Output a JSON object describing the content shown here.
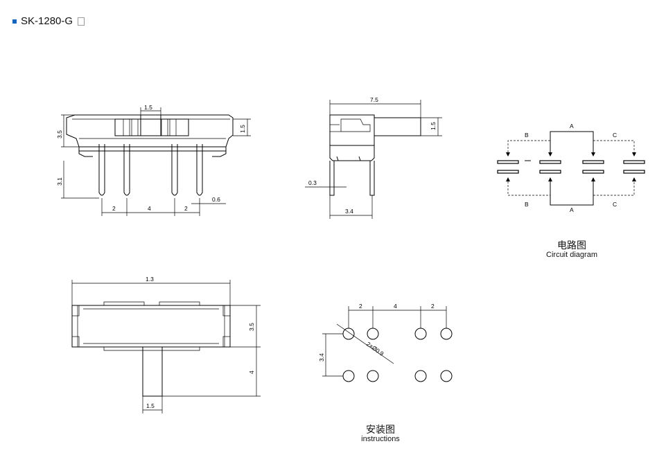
{
  "title": "SK-1280-G",
  "dims": {
    "front_top": "1.5",
    "front_left_body": "3.5",
    "front_right": "1.5",
    "front_pin_len": "3.1",
    "pitch_a": "2",
    "pitch_b": "4",
    "pitch_c": "2",
    "pin_w": "0.6",
    "side_width": "7.5",
    "side_right": "1.5",
    "side_pin": "0.3",
    "side_bottom": "3.4",
    "top_len": "1.3",
    "top_body_h": "3.5",
    "top_handle": "4",
    "top_handle_w": "1.5",
    "holes_a": "2",
    "holes_b": "4",
    "holes_c": "2",
    "holes_h": "3.4",
    "hole_dia": "2×Ø0.9"
  },
  "circuit": {
    "label_a_top": "A",
    "label_b_top": "B",
    "label_c_top": "C",
    "label_a_bot": "A",
    "label_b_bot": "B",
    "label_c_bot": "C"
  },
  "captions": {
    "circuit_zh": "电路图",
    "circuit_en": "Circuit diagram",
    "install_zh": "安装图",
    "install_en": "instructions"
  },
  "colors": {
    "bullet": "#1565c0"
  }
}
